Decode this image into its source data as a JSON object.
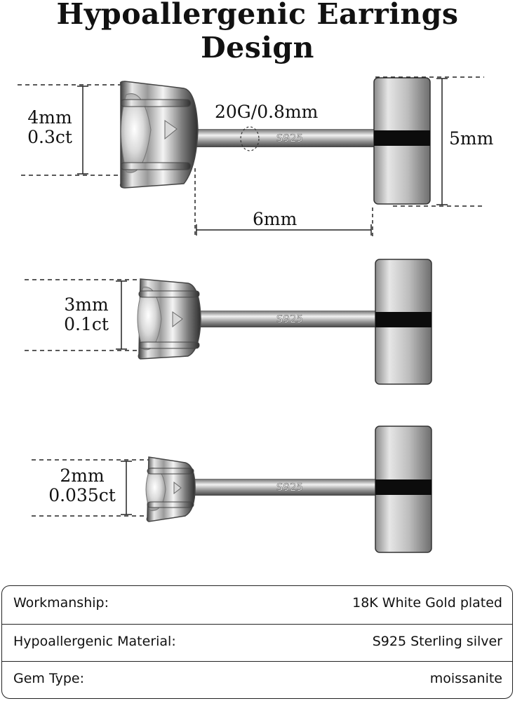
{
  "title": "Hypoallergenic Earrings Design",
  "earrings": [
    {
      "size": "4mm",
      "carat": "0.3ct",
      "stamp": "S925"
    },
    {
      "size": "3mm",
      "carat": "0.1ct",
      "stamp": "S925"
    },
    {
      "size": "2mm",
      "carat": "0.035ct",
      "stamp": "S925"
    }
  ],
  "dimensions": {
    "gauge": "20G/0.8mm",
    "post_length": "6mm",
    "back_diameter": "5mm"
  },
  "specs": [
    {
      "label": "Workmanship:",
      "value": "18K White Gold plated"
    },
    {
      "label": "Hypoallergenic Material:",
      "value": "S925 Sterling silver"
    },
    {
      "label": "Gem Type:",
      "value": "moissanite"
    }
  ]
}
